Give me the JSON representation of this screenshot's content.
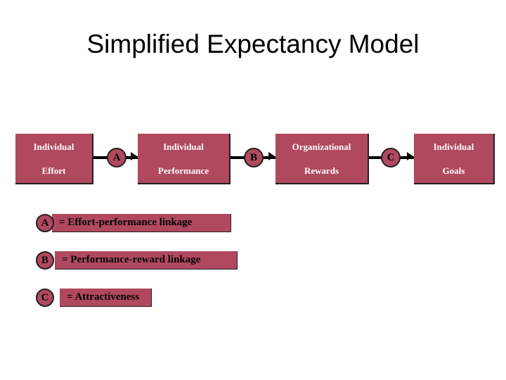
{
  "slide": {
    "title": "Simplified Expectancy Model",
    "background_color": "#ffffff",
    "accent_color": "#b0495f",
    "box_text_color": "#ffffff",
    "outline_color": "#231f20"
  },
  "flow": {
    "boxes": [
      {
        "line1": "Individual",
        "line2": "Effort"
      },
      {
        "line1": "Individual",
        "line2": "Performance"
      },
      {
        "line1": "Organizational",
        "line2": "Rewards"
      },
      {
        "line1": "Individual",
        "line2": "Goals"
      }
    ],
    "links": [
      {
        "label": "A"
      },
      {
        "label": "B"
      },
      {
        "label": "C"
      }
    ]
  },
  "legend": {
    "rows": [
      {
        "key": "A",
        "text": "= Effort-performance linkage"
      },
      {
        "key": "B",
        "text": "= Performance-reward linkage"
      },
      {
        "key": "C",
        "text": "= Attractiveness"
      }
    ]
  }
}
